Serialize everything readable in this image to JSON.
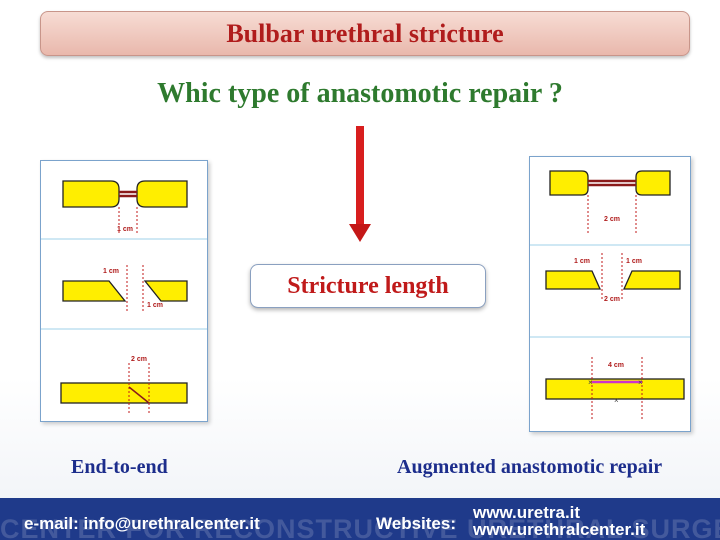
{
  "title": "Bulbar urethral stricture",
  "question": "Whic type of anastomotic repair ?",
  "center_label": "Stricture length",
  "left_panel": {
    "caption": "End-to-end",
    "labels": {
      "step1": "1 cm",
      "step2a": "1 cm",
      "step2b": "1 cm",
      "step3": "2 cm"
    }
  },
  "right_panel": {
    "caption": "Augmented anastomotic repair",
    "labels": {
      "step1": "2 cm",
      "step2a": "1 cm",
      "step2b": "1 cm",
      "step2c": "2 cm",
      "step3": "4 cm"
    }
  },
  "footer": {
    "email": "e-mail: info@urethralcenter.it",
    "websites_label": "Websites:",
    "website1": "www.uretra.it",
    "website2": "www.urethralcenter.it",
    "watermark": "CENTER FOR RECONSTRUCTIVE URETHRAL SURGERY"
  },
  "colors": {
    "title_text": "#b01c1c",
    "question_text": "#2e7a2e",
    "caption_text": "#1c2d8c",
    "urethra_fill": "#ffee00",
    "footer_bg": "#1f3a8a"
  }
}
